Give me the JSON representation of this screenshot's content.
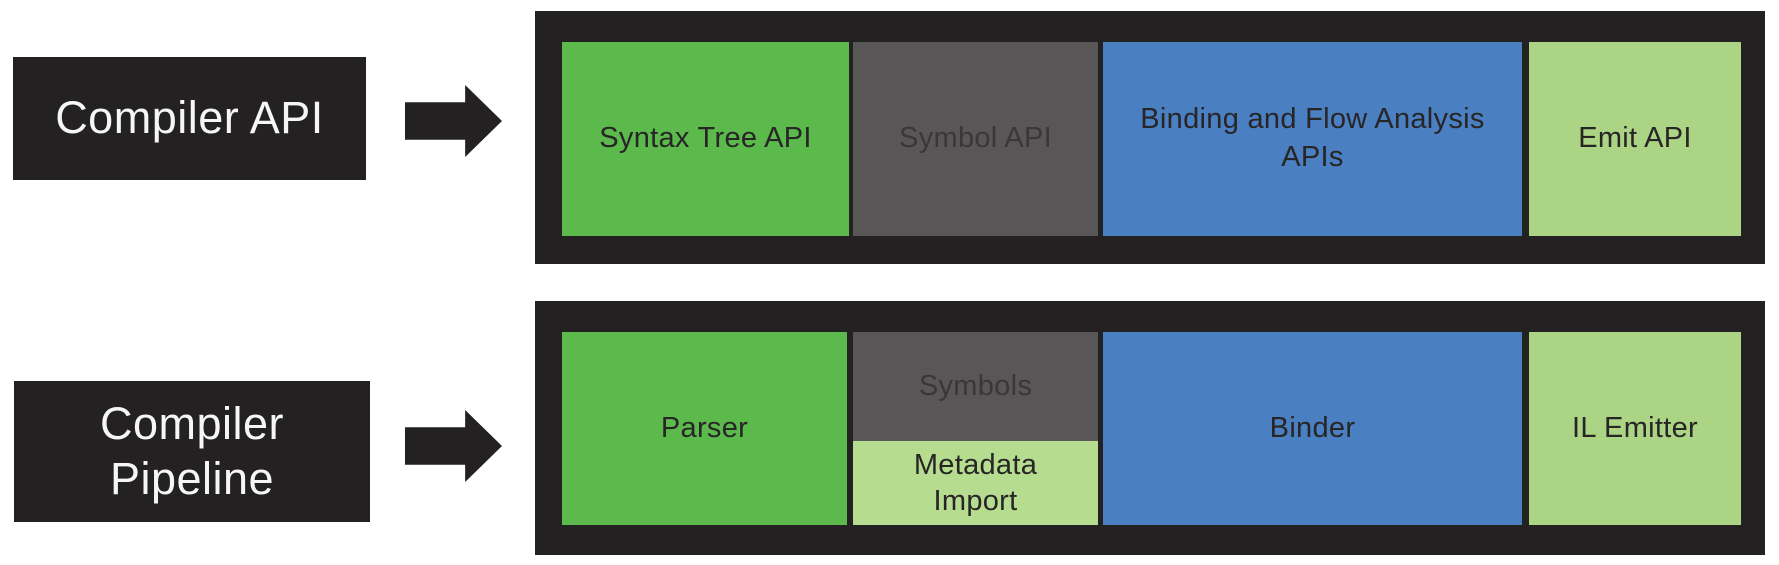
{
  "colors": {
    "dark": "#232122",
    "green": "#5cba4c",
    "gray": "#595657",
    "blue": "#4a7fc1",
    "light_green": "#abd585",
    "light_green_alt": "#b6dc90",
    "label_text": "#f7f6f6",
    "box_text": "#272525"
  },
  "rows": [
    {
      "label": "Compiler API",
      "arrow": "right-arrow",
      "boxes": [
        {
          "text": "Syntax Tree API",
          "color": "green"
        },
        {
          "text": "Symbol API",
          "color": "gray"
        },
        {
          "text": "Binding and Flow Analysis APIs",
          "color": "blue"
        },
        {
          "text": "Emit API",
          "color": "light_green"
        }
      ]
    },
    {
      "label": "Compiler Pipeline",
      "arrow": "right-arrow",
      "boxes": [
        {
          "text": "Parser",
          "color": "green"
        },
        {
          "stack": [
            {
              "text": "Symbols",
              "color": "gray"
            },
            {
              "text": "Metadata Import",
              "color": "light_green_alt"
            }
          ]
        },
        {
          "text": "Binder",
          "color": "blue"
        },
        {
          "text": "IL Emitter",
          "color": "light_green"
        }
      ]
    }
  ]
}
